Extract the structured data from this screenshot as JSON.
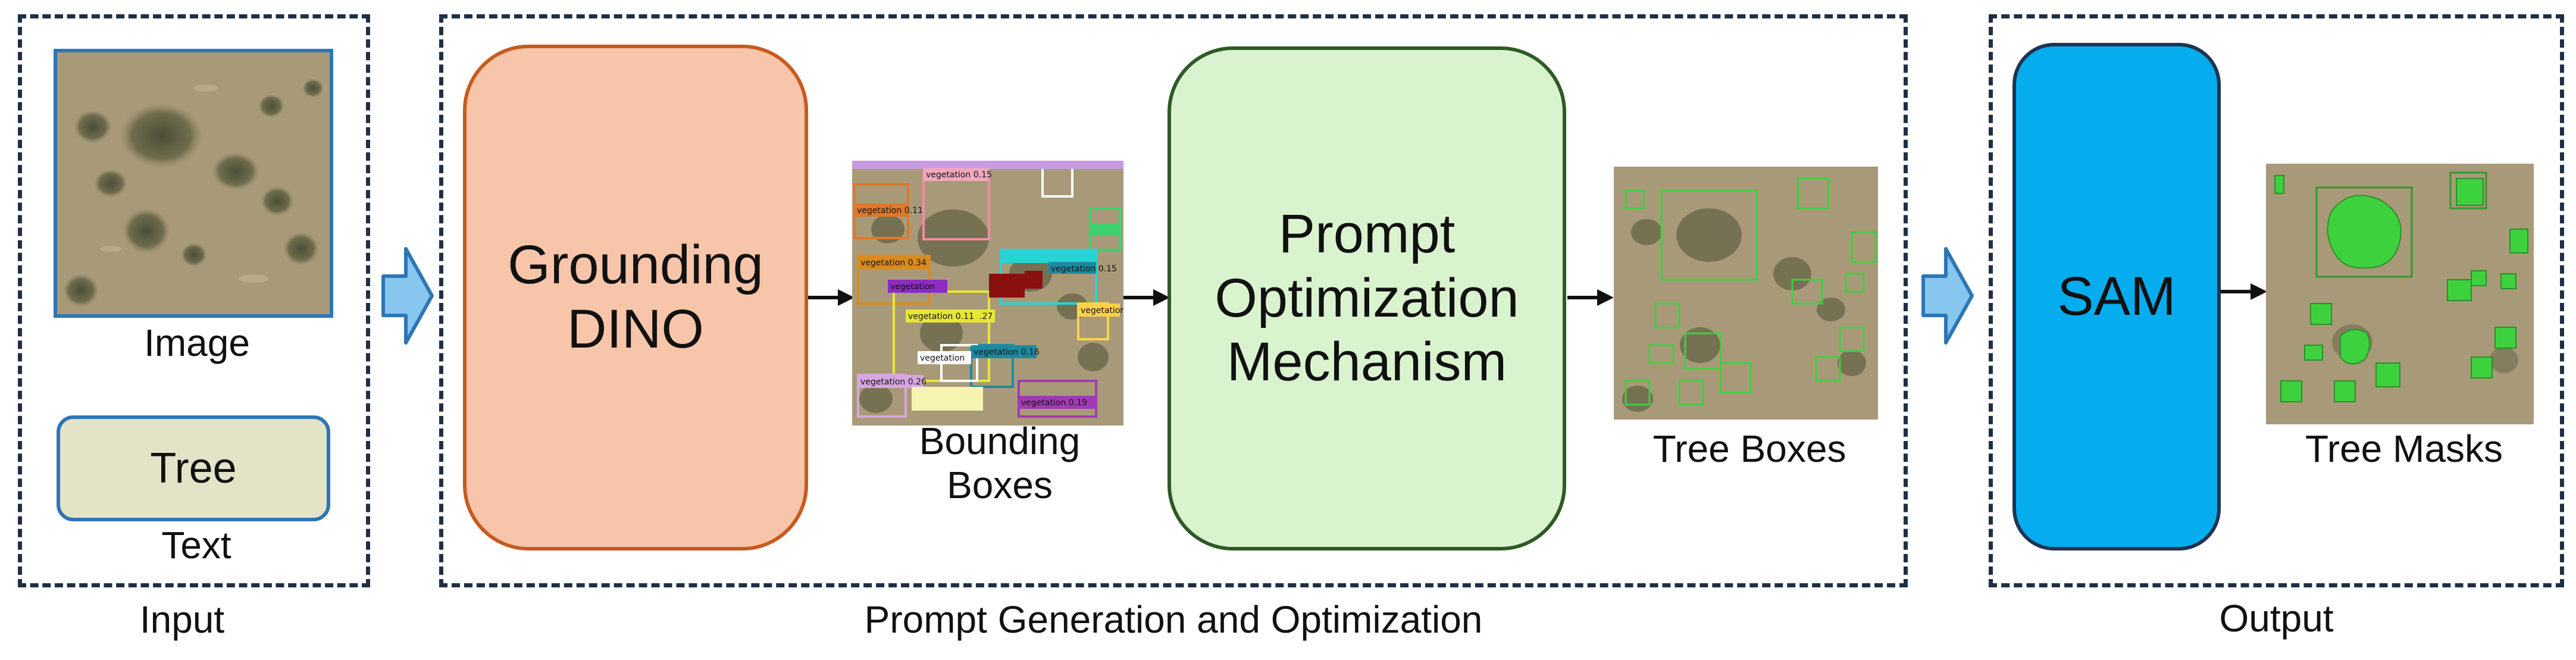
{
  "sections": {
    "input": "Input",
    "prompt_gen": "Prompt Generation and Optimization",
    "output": "Output"
  },
  "input": {
    "image_label": "Image",
    "text_box": "Tree",
    "text_label": "Text"
  },
  "blocks": {
    "grounding_line1": "Grounding",
    "grounding_line2": "DINO",
    "prompt_line1": "Prompt",
    "prompt_line2": "Optimization",
    "prompt_line3": "Mechanism",
    "sam": "SAM"
  },
  "labels": {
    "bbox_line1": "Bounding",
    "bbox_line2": "Boxes",
    "tree_boxes": "Tree Boxes",
    "tree_masks": "Tree Masks"
  },
  "detections": [
    "vegetation 0.15",
    "vegetation 0.11",
    "vegetation 0.34",
    "vegetation 0.11",
    "vegetation 0.16",
    "vegetation 0.26",
    "vegetation 0.19",
    "vegetation 0.15",
    "vegetation",
    "vegetation",
    "vegetation",
    ".27"
  ],
  "colors": {
    "dashed_border": "#1f2f45",
    "grounding_fill": "#f7c5a9",
    "grounding_border": "#c85a1e",
    "prompt_fill": "#daf3cf",
    "prompt_border": "#2e5a25",
    "sam_fill": "#05adee",
    "sam_border": "#1d3550",
    "text_box_fill": "#e3e3c7",
    "text_box_border": "#2e75b6",
    "big_arrow_fill": "#86c6ef",
    "big_arrow_border": "#2e75b6",
    "box_green": "#3ed13e"
  }
}
